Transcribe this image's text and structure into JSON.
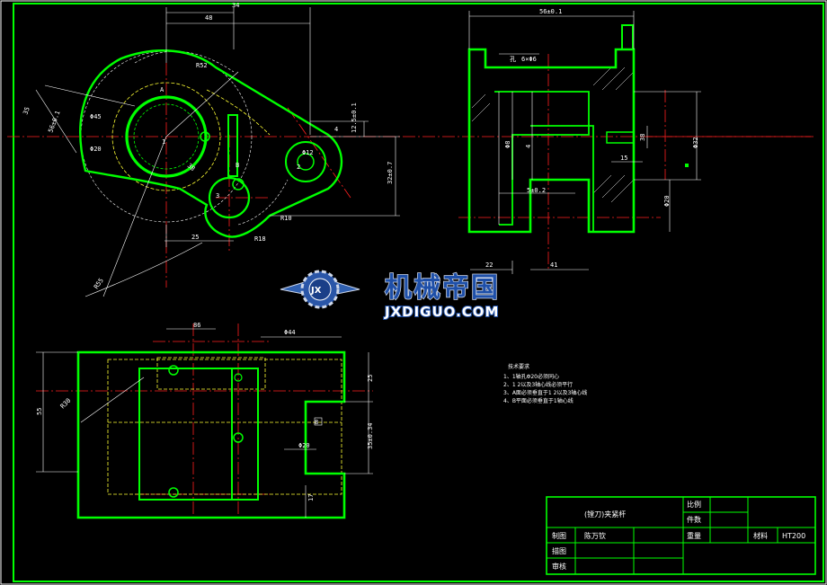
{
  "drawing": {
    "title": "(镗刀)夹紧杆",
    "material": "HT200",
    "title_block": {
      "scale_label": "比例",
      "count_label": "件数",
      "draw_label": "制图",
      "drawer_name": "陈万钦",
      "weight_label": "重量",
      "material_label": "材料",
      "design_label": "描图",
      "review_label": "审核"
    },
    "notes": {
      "heading": "技术要求",
      "items": [
        "1、1轴孔Φ20必须同心",
        "2、1 2以及3轴心线必须平行",
        "3、A面必须垂直于1 2以及3轴心线",
        "4、B平面必须垂直于1轴心线"
      ]
    },
    "dimensions": {
      "top_48": "48",
      "top_34": "34",
      "r52": "R52",
      "d35": "35",
      "phi45": "Φ45",
      "phi20": "Φ20",
      "phi12": "Φ12",
      "label_1": "1",
      "label_2": "2",
      "label_3": "3",
      "label_A": "A",
      "label_B": "B",
      "d125": "12.5±0.1",
      "d327": "32±0.7",
      "d4": "4",
      "d25": "25",
      "r55": "R55",
      "r10": "R10",
      "r18": "R18",
      "d38": "38",
      "d56": "56±0.1",
      "hole": "孔",
      "m8": "6×Φ6",
      "phi8": "Φ8",
      "d5": "5±0.2",
      "d38b": "38",
      "d15": "15",
      "phi20b": "Φ20",
      "phi32": "Φ32",
      "d22": "22",
      "d41": "41",
      "d86": "86",
      "phi44": "Φ44",
      "d55": "55",
      "phi20c": "Φ20",
      "d35b": "35±0.34",
      "d25b": "25",
      "d17": "17",
      "r30": "R30",
      "d8": "8"
    }
  },
  "watermark": {
    "cn": "机械帝国",
    "en": "JXDIGUO.COM",
    "logo": "JX"
  },
  "colors": {
    "outline": "#00ff00",
    "center_line": "#ff0000",
    "dimension": "#ffffff",
    "hidden": "#ffff00",
    "border": "#00ff00"
  }
}
